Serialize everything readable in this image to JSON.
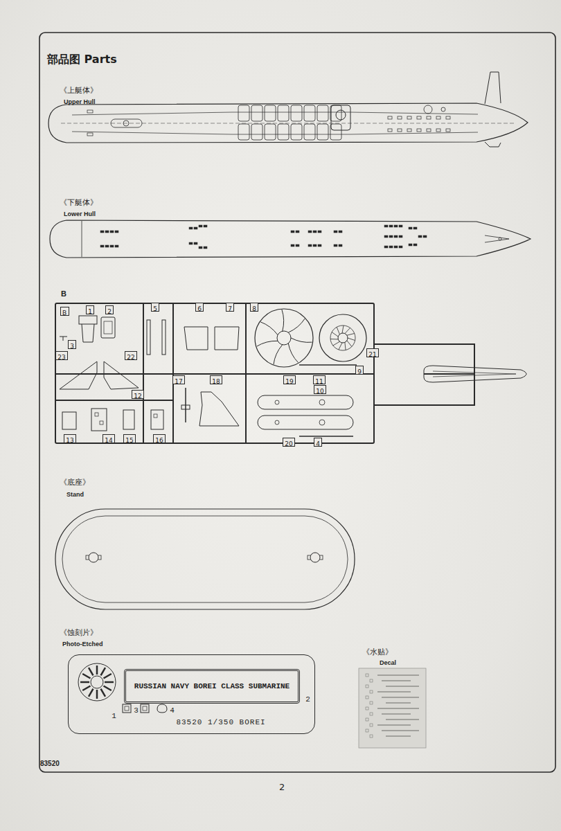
{
  "diagram": {
    "title": "部品图 Parts",
    "nodes": [
      {
        "text": [
          "B"
        ]
      },
      {
        "text": [
          "1"
        ]
      },
      {
        "text": [
          "2"
        ]
      },
      {
        "text": [
          "5"
        ]
      },
      {
        "text": [
          "6"
        ]
      },
      {
        "text": [
          "7"
        ]
      },
      {
        "text": [
          "8"
        ]
      },
      {
        "text": [
          "3"
        ]
      },
      {
        "text": [
          "23"
        ]
      },
      {
        "text": [
          "22"
        ]
      },
      {
        "text": [
          "21"
        ]
      },
      {
        "text": [
          "9"
        ]
      },
      {
        "text": [
          "17"
        ]
      },
      {
        "text": [
          "18"
        ]
      },
      {
        "text": [
          "19"
        ]
      },
      {
        "text": [
          "11"
        ]
      },
      {
        "text": [
          "10"
        ]
      },
      {
        "text": [
          "12"
        ]
      },
      {
        "text": [
          "13"
        ]
      },
      {
        "text": [
          "14"
        ]
      },
      {
        "text": [
          "15"
        ]
      },
      {
        "text": [
          "16"
        ]
      },
      {
        "text": [
          "20"
        ]
      },
      {
        "text": [
          "4"
        ]
      },
      {
        "text": [
          "2",
          "1",
          "3",
          "4",
          "83520 1/350 BOREI"
        ]
      },
      {
        "text": [
          "RUSSIAN NAVY BOREI CLASS SUBMARINE"
        ],
        "in": 24
      }
    ],
    "labels": [
      "《上艇体》",
      "Upper Hull",
      "《下艇体》",
      "Lower Hull",
      "B",
      "《底座》",
      "Stand",
      "《蚀刻片》",
      "Photo-Etched",
      "《水贴》",
      "Decal",
      "83520",
      "2"
    ]
  }
}
